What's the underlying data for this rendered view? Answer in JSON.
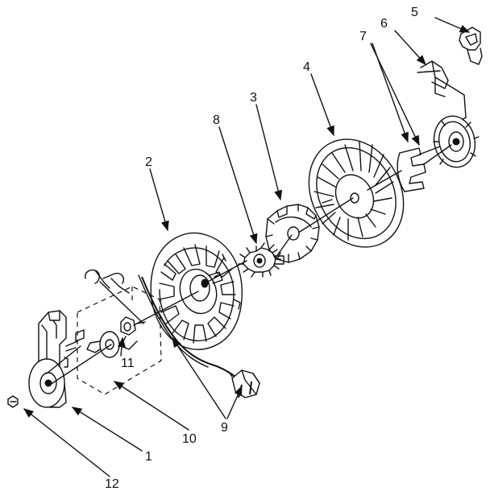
{
  "diagram": {
    "callouts": [
      {
        "id": "c1",
        "label": "1"
      },
      {
        "id": "c2",
        "label": "2"
      },
      {
        "id": "c3",
        "label": "3"
      },
      {
        "id": "c4",
        "label": "4"
      },
      {
        "id": "c5",
        "label": "5"
      },
      {
        "id": "c6",
        "label": "6"
      },
      {
        "id": "c7",
        "label": "7"
      },
      {
        "id": "c8",
        "label": "8"
      },
      {
        "id": "c9",
        "label": "9"
      },
      {
        "id": "c10",
        "label": "10"
      },
      {
        "id": "c11",
        "label": "11"
      },
      {
        "id": "c12",
        "label": "12"
      }
    ],
    "colors": {
      "ink": "#111111",
      "paper": "#ffffff"
    }
  }
}
